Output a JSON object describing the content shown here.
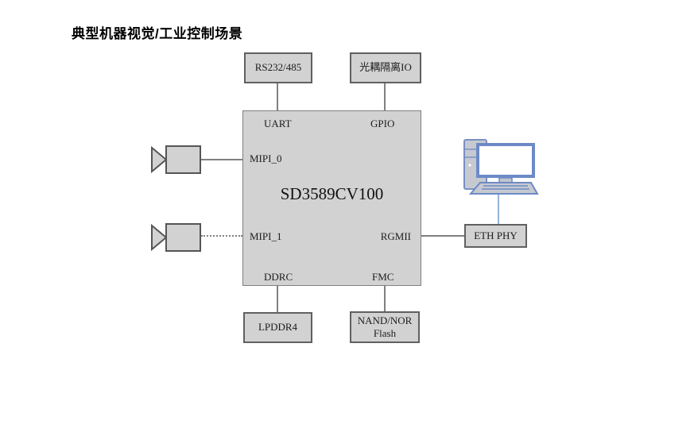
{
  "page": {
    "title": "典型机器视觉/工业控制场景"
  },
  "chip": {
    "name": "SD3589CV100",
    "ports": {
      "uart": "UART",
      "gpio": "GPIO",
      "mipi0": "MIPI_0",
      "mipi1": "MIPI_1",
      "rgmii": "RGMII",
      "ddrc": "DDRC",
      "fmc": "FMC"
    }
  },
  "peripherals": {
    "rs232": "RS232/485",
    "opto_io": "光耦隔离IO",
    "lpddr4": "LPDDR4",
    "nand_line1": "NAND/NOR",
    "nand_line2": "Flash",
    "eth_phy": "ETH PHY"
  },
  "icons": {
    "camera_top": "camera-icon",
    "camera_bottom": "camera-icon",
    "computer": "desktop-computer-icon"
  },
  "connections": {
    "rs232_to_uart": "solid",
    "opto_to_gpio": "solid",
    "camera1_to_mipi0": "solid",
    "camera2_to_mipi1": "dotted",
    "rgmii_to_ethphy": "solid",
    "ethphy_to_computer": "solid-blue",
    "ddrc_to_lpddr4": "solid",
    "fmc_to_nand": "solid"
  },
  "colors": {
    "box_fill": "#d2d2d2",
    "box_border": "#606060",
    "chip_border": "#7f7f7f",
    "connector_gray": "#808080",
    "connector_blue": "#95b3d7",
    "computer_outline_blue": "#6d8ac6",
    "text": "#1c1c1c"
  }
}
